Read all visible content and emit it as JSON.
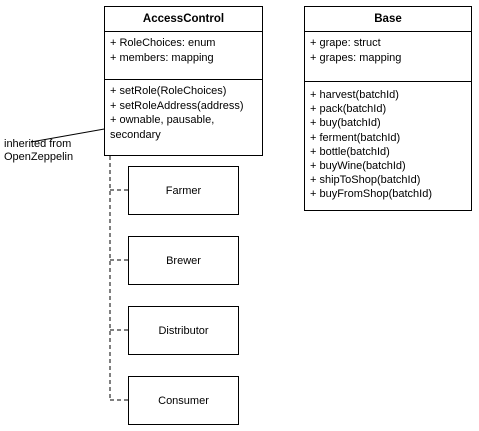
{
  "access_control": {
    "name": "AccessControl",
    "attributes": [
      "+ RoleChoices: enum",
      "+ members: mapping"
    ],
    "methods": [
      "+ setRole(RoleChoices)",
      "+ setRoleAddress(address)",
      "+ ownable, pausable,",
      "secondary"
    ]
  },
  "base": {
    "name": "Base",
    "attributes": [
      "+ grape: struct",
      "+ grapes: mapping"
    ],
    "methods": [
      "+ harvest(batchId)",
      "+ pack(batchId)",
      "+ buy(batchId)",
      "+ ferment(batchId)",
      "+ bottle(batchId)",
      "+ buyWine(batchId)",
      "+ shipToShop(batchId)",
      "+ buyFromShop(batchId)"
    ]
  },
  "roles": [
    "Farmer",
    "Brewer",
    "Distributor",
    "Consumer"
  ],
  "note": {
    "line1": "inherited from",
    "line2": "OpenZeppelin"
  }
}
